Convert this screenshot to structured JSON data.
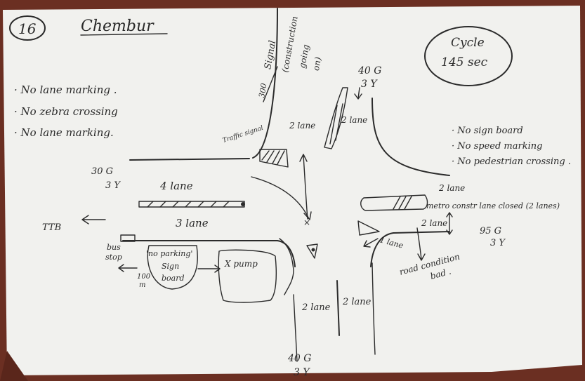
{
  "sketch": {
    "number": "16",
    "title": "Chembur",
    "cycle_line1": "Cycle",
    "cycle_line2": "145 sec",
    "notes_left": [
      "· No lane marking .",
      "· No zebra crossing",
      "· No lane marking."
    ],
    "notes_right": [
      "· No sign board",
      "· No speed marking",
      "· No pedestrian crossing ."
    ],
    "signal_note": [
      "Signal",
      "(construction",
      "going",
      "on)"
    ],
    "distance_label": "300",
    "lanes": {
      "north_left": "2 lane",
      "north_right": "2 lane",
      "west_top": "4 lane",
      "west_bottom": "3 lane",
      "south_left": "2 lane",
      "south_right": "2 lane",
      "east_top": "2 lane",
      "east_mid": "2 lane",
      "east_small": "1 lane"
    },
    "signal_timing_north": [
      "40 G",
      "3 Y"
    ],
    "signal_timing_west": [
      "30 G",
      "3 Y"
    ],
    "signal_timing_east": [
      "95 G",
      "3 Y"
    ],
    "signal_timing_south": [
      "40 G",
      "3 Y"
    ],
    "destination_west": "TTB",
    "metro_note": "metro constr lane closed (2 lanes)",
    "road_note": [
      "road condition",
      "bad ."
    ],
    "bus_stop": [
      "bus",
      "stop"
    ],
    "distance_bus": [
      "100",
      "m"
    ],
    "no_parking": [
      "'no parking'",
      "Sign",
      "board"
    ],
    "pump": "X  pump",
    "traffic_light_label": "Traffic signal"
  }
}
